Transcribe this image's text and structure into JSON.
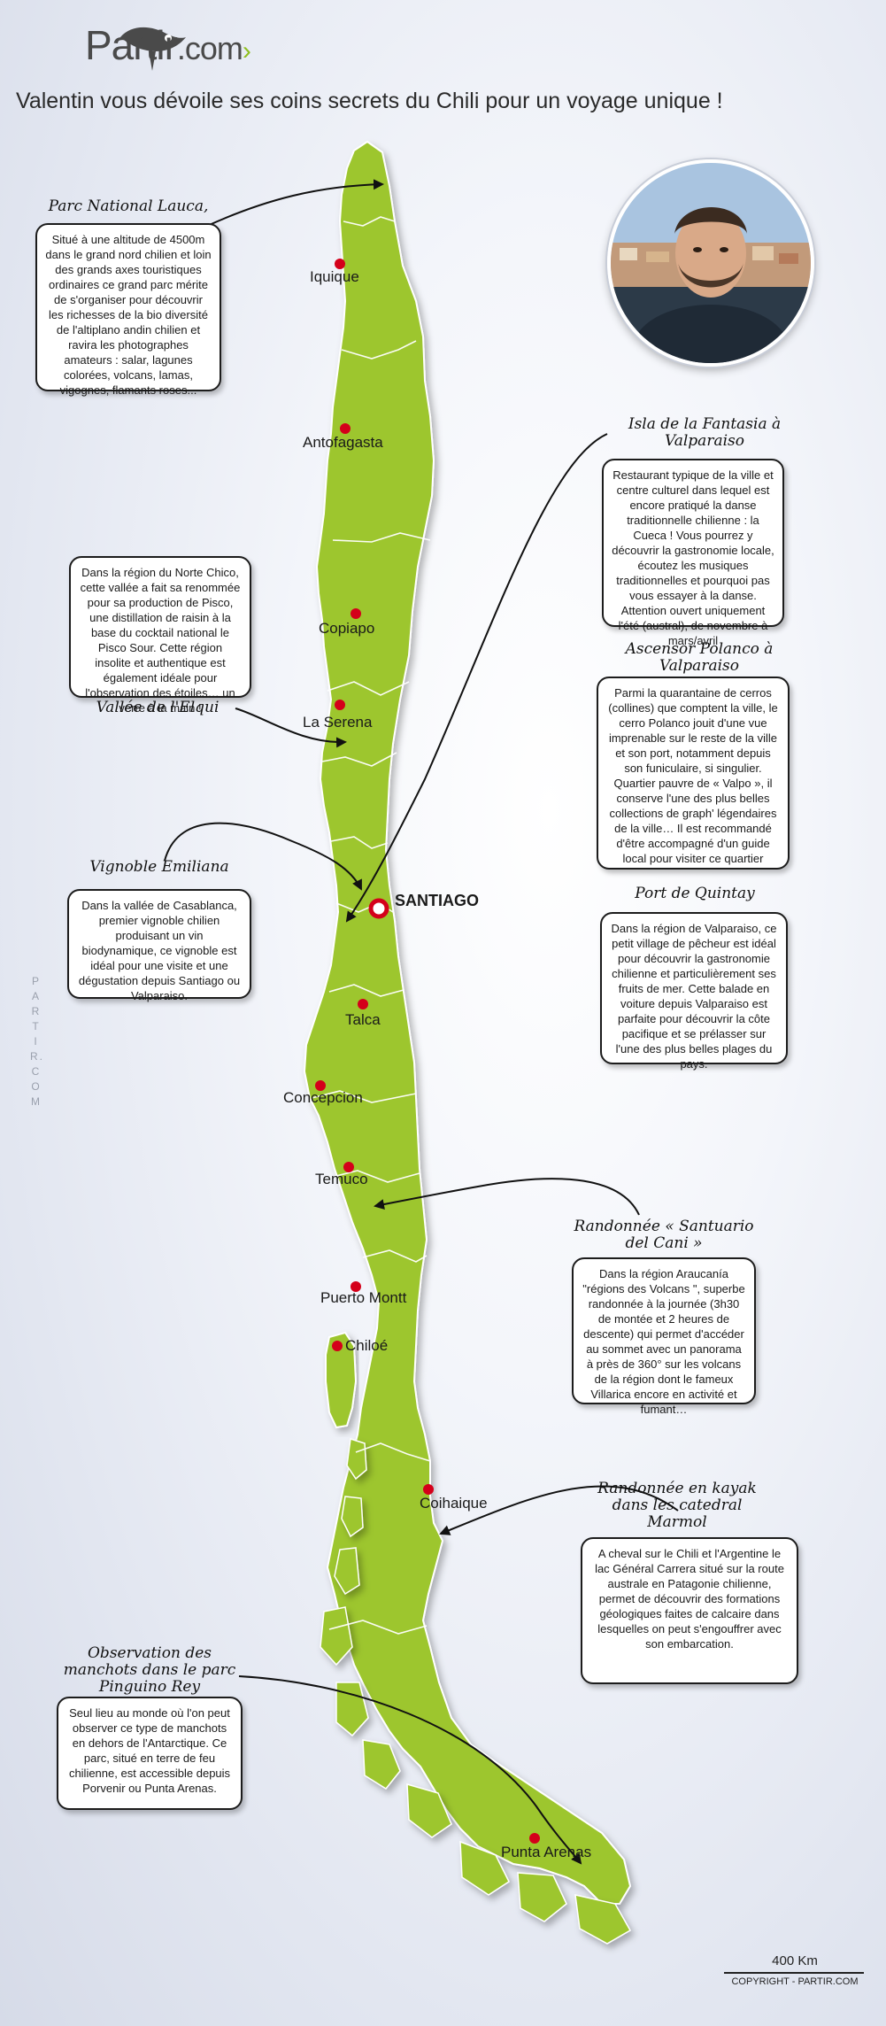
{
  "brand": {
    "logo_text": "Partir",
    "logo_suffix": ".com",
    "side_label": "PARTIR.COM",
    "accent_color": "#8fbf1f",
    "map_color": "#9dc62d",
    "marker_color": "#d4001a"
  },
  "headline": "Valentin vous dévoile ses coins secrets du Chili pour un voyage unique !",
  "cities": [
    {
      "name": "Iquique",
      "id": "iquique"
    },
    {
      "name": "Antofagasta",
      "id": "antofagasta"
    },
    {
      "name": "Copiapo",
      "id": "copiapo"
    },
    {
      "name": "La Serena",
      "id": "la-serena"
    },
    {
      "name": "SANTIAGO",
      "id": "santiago",
      "capital": true
    },
    {
      "name": "Talca",
      "id": "talca"
    },
    {
      "name": "Concepcion",
      "id": "concepcion"
    },
    {
      "name": "Temuco",
      "id": "temuco"
    },
    {
      "name": "Puerto Montt",
      "id": "puerto-montt"
    },
    {
      "name": "Chiloé",
      "id": "chiloe"
    },
    {
      "name": "Coihaique",
      "id": "coihaique"
    },
    {
      "name": "Punta Arenas",
      "id": "punta-arenas"
    }
  ],
  "spots": {
    "lauca": {
      "title": "Parc National Lauca,",
      "text": "Situé à une altitude de 4500m dans le grand nord chilien et loin des grands axes touristiques ordinaires ce grand parc mérite de s'organiser pour découvrir les richesses de la bio diversité de l'altiplano andin chilien et ravira les photographes amateurs : salar, lagunes colorées, volcans, lamas, vigognes, flamants roses..."
    },
    "elqui": {
      "title": "Vallée de l'Elqui",
      "text": "Dans la région du Norte Chico, cette vallée a fait sa renommée pour sa production de Pisco, une distillation de raisin à la base du cocktail national le Pisco Sour. Cette région insolite et authentique est également idéale pour l'observation des étoiles… un verre à la main !"
    },
    "emiliana": {
      "title": "Vignoble Emiliana",
      "text": "Dans la vallée de Casablanca, premier vignoble chilien produisant un vin biodynamique, ce vignoble est idéal pour une visite et une dégustation depuis Santiago ou Valparaiso."
    },
    "fantasia": {
      "title": "Isla de la Fantasia à Valparaiso",
      "text": "Restaurant typique de la ville et centre culturel dans lequel est encore pratiqué la danse traditionnelle chilienne : la Cueca ! Vous pourrez y découvrir la gastronomie locale, écoutez les musiques traditionnelles et pourquoi pas vous essayer à la danse. Attention ouvert uniquement l'été (austral), de novembre à mars/avril"
    },
    "polanco": {
      "title": "Ascensor Polanco à Valparaiso",
      "text": "Parmi la quarantaine de cerros (collines) que comptent la ville, le cerro Polanco jouit d'une vue imprenable sur le reste de la ville et son port, notamment depuis son funiculaire, si singulier. Quartier pauvre de « Valpo », il conserve l'une des plus belles collections de graph' légendaires de la ville… Il est recommandé d'être accompagné d'un guide local pour visiter ce quartier"
    },
    "quintay": {
      "title": "Port de Quintay",
      "text": "Dans la région de Valparaiso, ce petit village de pêcheur est idéal pour découvrir la gastronomie chilienne et particulièrement ses fruits de mer. Cette balade en voiture depuis Valparaiso est parfaite pour découvrir la côte pacifique et se prélasser sur l'une des plus belles plages du pays."
    },
    "cani": {
      "title": "Randonnée « Santuario del Cani »",
      "text": "Dans la région Araucanía \"régions des Volcans \", superbe randonnée à la journée (3h30 de montée et 2 heures de descente) qui permet d'accéder au sommet avec un panorama à près de 360° sur les volcans de la région dont le fameux Villarica encore en activité et fumant…"
    },
    "marmol": {
      "title": "Randonnée en kayak dans les catedral Marmol",
      "text": "A cheval sur le Chili et l'Argentine le lac Général Carrera situé sur la route australe en Patagonie chilienne, permet de découvrir des formations géologiques faites de calcaire dans lesquelles on peut s'engouffrer avec son embarcation."
    },
    "pinguino": {
      "title": "Observation des manchots dans le parc Pinguino Rey",
      "text": "Seul lieu au monde où l'on peut observer ce type de manchots en dehors de l'Antarctique. Ce parc, situé en terre de feu chilienne, est accessible depuis Porvenir ou Punta Arenas."
    }
  },
  "scale": {
    "label": "400 Km",
    "copyright": "COPYRIGHT - PARTIR.COM"
  }
}
